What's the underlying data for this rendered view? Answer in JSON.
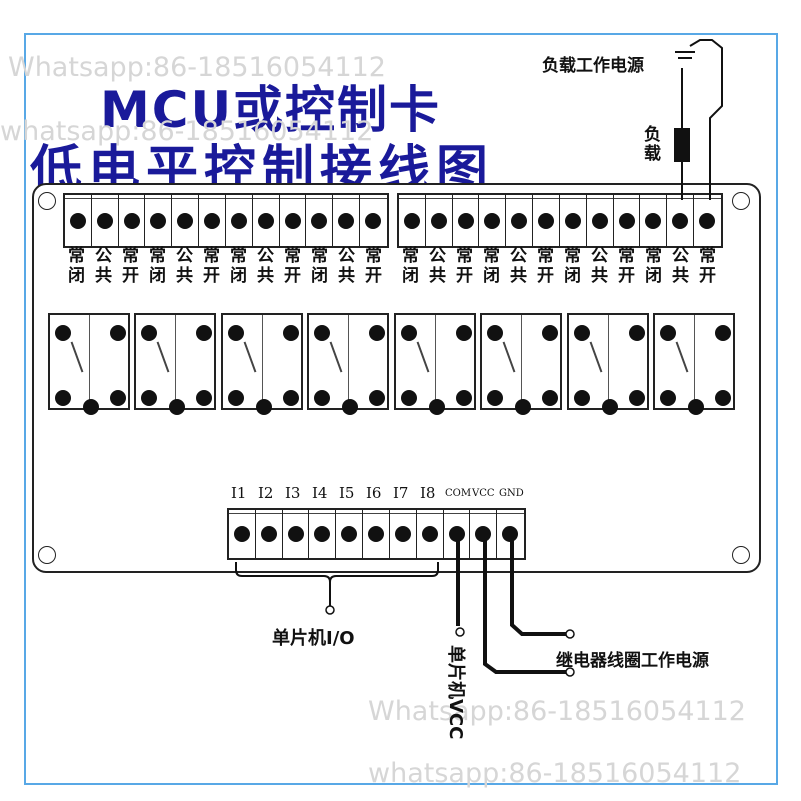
{
  "title": {
    "line1": "MCU或控制卡",
    "line2": "低电平控制接线图"
  },
  "watermarks": [
    "Whatsapp:86-18516054112",
    "whatsapp:86-18516054112",
    "Whatsapp:86-18516054112",
    "whatsapp:86-18516054112"
  ],
  "annotations": {
    "power": "负载工作电源",
    "load": "负载",
    "mcu_io": "单片机I/O",
    "mcu_vcc": "单片机VCC",
    "coil_power": "继电器线圈工作电源"
  },
  "contact_labels": [
    "常闭",
    "公共",
    "常开",
    "常闭",
    "公共",
    "常开",
    "常闭",
    "公共",
    "常开",
    "常闭",
    "公共",
    "常开",
    "常闭",
    "公共",
    "常开",
    "常闭",
    "公共",
    "常开",
    "常闭",
    "公共",
    "常开",
    "常闭",
    "公共",
    "常开"
  ],
  "io_labels": [
    "I1",
    "I2",
    "I3",
    "I4",
    "I5",
    "I6",
    "I7",
    "I8",
    "COM",
    "VCC",
    "GND"
  ]
}
